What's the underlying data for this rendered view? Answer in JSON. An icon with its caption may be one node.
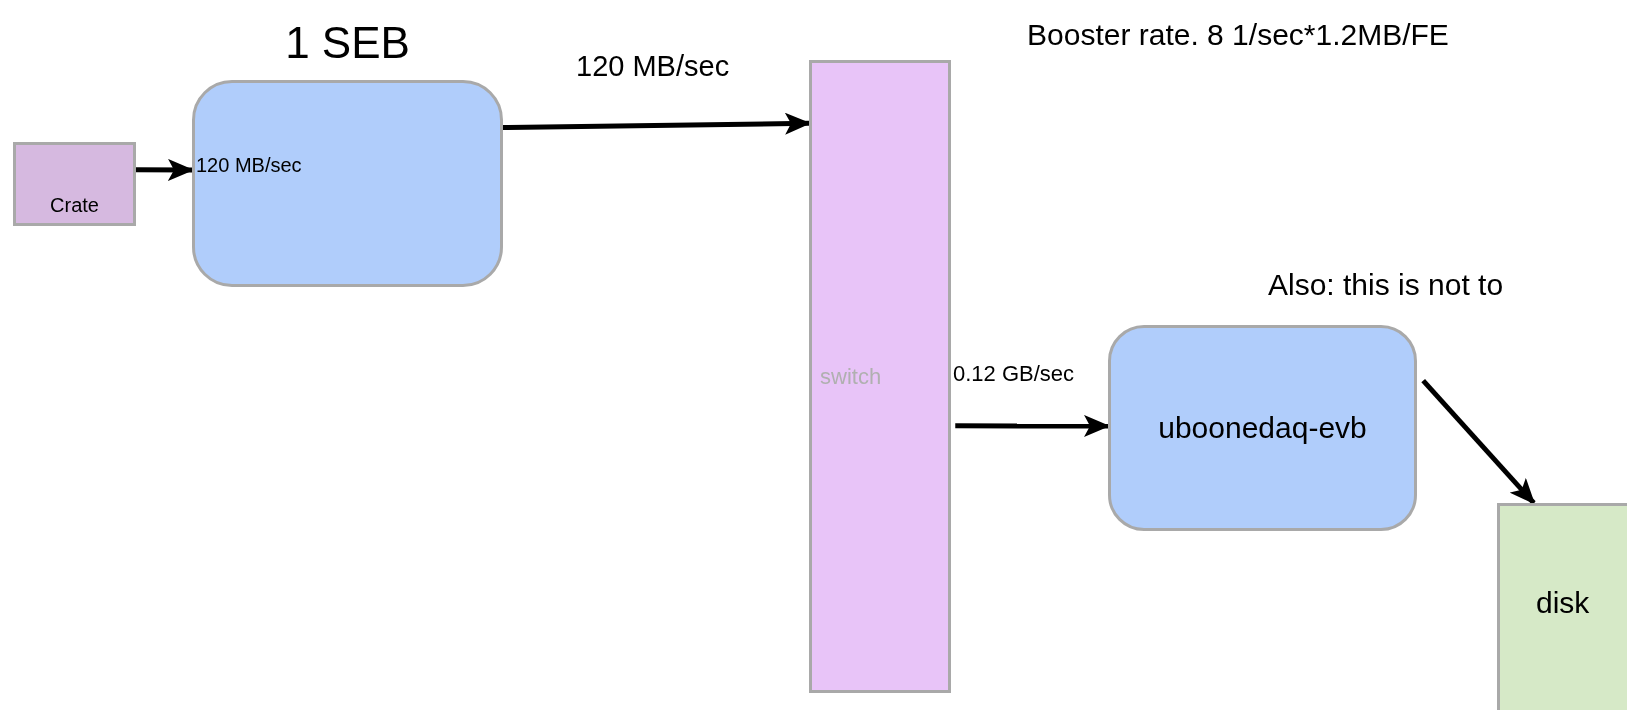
{
  "diagram": {
    "nodes": [
      {
        "text": [
          "Crate"
        ]
      },
      {
        "text": [
          "1 SEB"
        ]
      },
      {
        "text": [
          "switch"
        ]
      },
      {
        "text": [
          "uboonedaq-evb"
        ]
      },
      {
        "text": [
          "disk"
        ]
      }
    ],
    "edges": [
      {
        "from": 0,
        "to": 1,
        "arrow": "to",
        "label": "120 MB/sec"
      },
      {
        "from": 1,
        "to": 2,
        "arrow": "to",
        "label": "120 MB/sec"
      },
      {
        "from": 2,
        "to": 3,
        "arrow": "to",
        "label": "0.12 GB/sec"
      },
      {
        "from": 3,
        "to": 4,
        "arrow": "to"
      }
    ],
    "labels": [
      "Booster rate. 8 1/sec*1.2MB/FE",
      "Also: this is not to"
    ]
  }
}
